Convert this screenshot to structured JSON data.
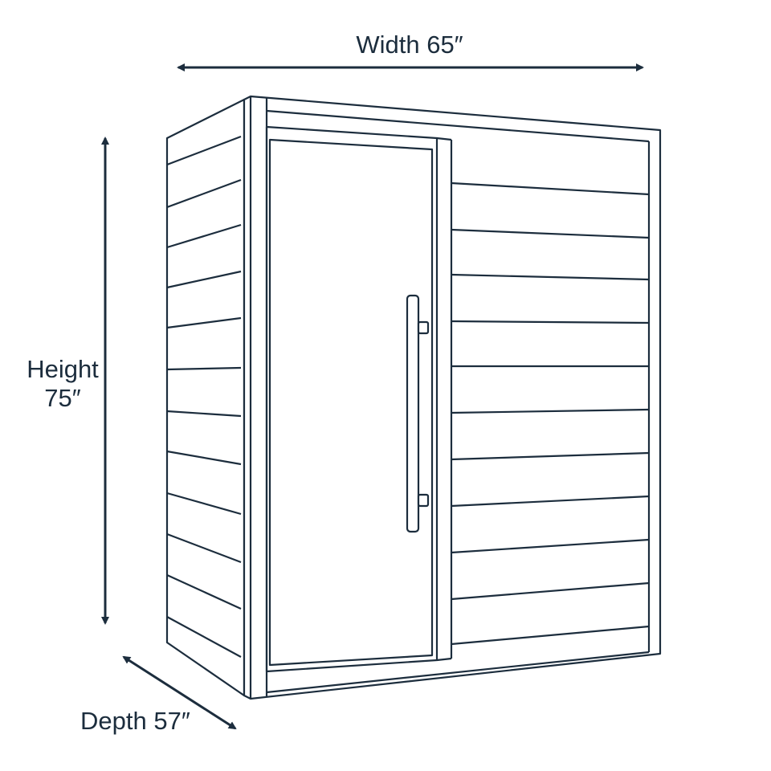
{
  "colors": {
    "line": "#1c2d3d",
    "background": "#ffffff"
  },
  "labels": {
    "width": "Width 65″",
    "height_word": "Height",
    "height_value": "75″",
    "depth": "Depth 57″"
  }
}
